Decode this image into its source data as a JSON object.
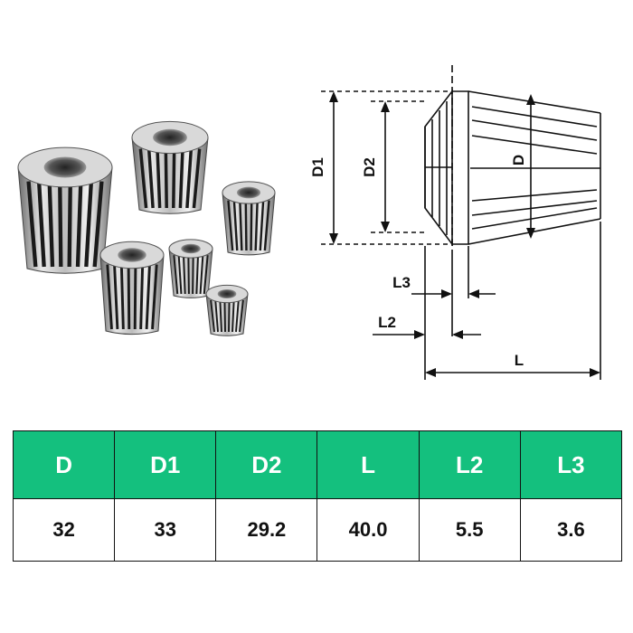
{
  "diagram": {
    "labels": {
      "d1": "D1",
      "d2": "D2",
      "d": "D",
      "l3": "L3",
      "l2": "L2",
      "l": "L"
    }
  },
  "table": {
    "header_color": "#14c07e",
    "headers": [
      "D",
      "D1",
      "D2",
      "L",
      "L2",
      "L3"
    ],
    "values": [
      "32",
      "33",
      "29.2",
      "40.0",
      "5.5",
      "3.6"
    ]
  }
}
